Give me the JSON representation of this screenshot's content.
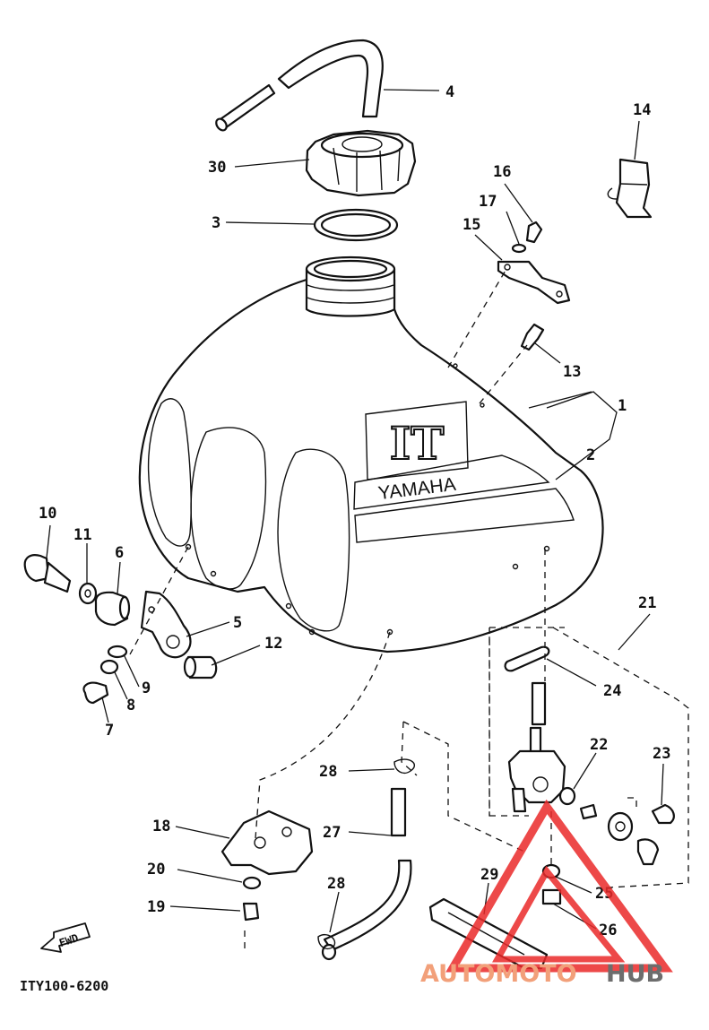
{
  "diagram": {
    "code": "ITY100-6200",
    "fwd_label": "FWD",
    "decal_brand": "YAMAHA",
    "decal_model": "IT",
    "watermark": {
      "part1": "AUTOMOTO",
      "part2": "HUB",
      "color1": "#f2a07a",
      "color2": "#6d6d6d",
      "triangle_color": "#ea2a2a"
    },
    "callouts": [
      "1",
      "2",
      "3",
      "4",
      "5",
      "6",
      "7",
      "8",
      "9",
      "10",
      "11",
      "12",
      "13",
      "14",
      "15",
      "16",
      "17",
      "18",
      "19",
      "20",
      "21",
      "22",
      "23",
      "24",
      "25",
      "26",
      "27",
      "28",
      "28",
      "29",
      "30"
    ]
  }
}
